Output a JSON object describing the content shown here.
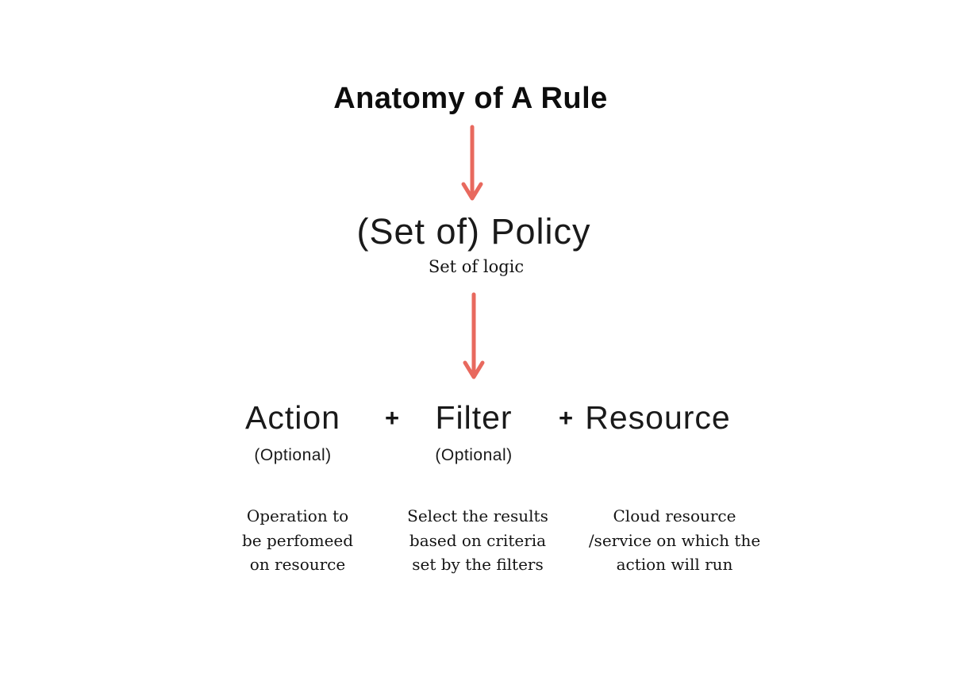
{
  "colors": {
    "arrow": "#E8695E",
    "text": "#141414",
    "background": "#FFFFFF"
  },
  "diagram": {
    "title": "Anatomy of A Rule",
    "policy": {
      "label": "(Set of) Policy",
      "sublabel": "Set of logic"
    },
    "plus": "+",
    "components": [
      {
        "label": "Action",
        "optional": "(Optional)",
        "description": "Operation to\nbe perfomeed\non resource"
      },
      {
        "label": "Filter",
        "optional": "(Optional)",
        "description": "Select the results\nbased on criteria\nset by the filters"
      },
      {
        "label": "Resource",
        "description": "Cloud resource\n/service on which the\naction will run"
      }
    ]
  }
}
